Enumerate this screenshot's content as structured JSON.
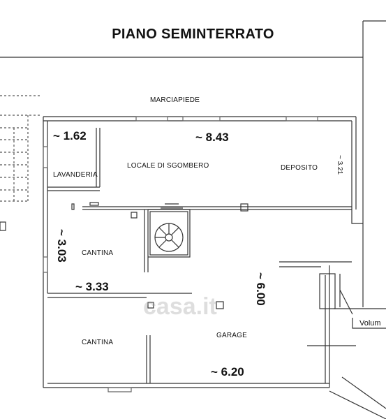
{
  "title": "PIANO SEMINTERRATO",
  "labels": {
    "sidewalk": "MARCIAPIEDE",
    "laundry": "LAVANDERIA",
    "storage_room": "LOCALE DI SGOMBERO",
    "deposit": "DEPOSITO",
    "cellar_1": "CANTINA",
    "cellar_2": "CANTINA",
    "garage": "GARAGE",
    "volume": "Volum"
  },
  "dimensions": {
    "laundry_width": "~ 1.62",
    "storage_width": "~ 8.43",
    "deposit_depth": "~ 3.21",
    "cellar_depth": "~ 3.03",
    "cellar_width": "~ 3.33",
    "garage_depth": "~ 6.00",
    "garage_width": "~ 6.20"
  },
  "watermark": "casa.it",
  "colors": {
    "wall": "#222222",
    "line": "#444444",
    "window": "#666666"
  }
}
